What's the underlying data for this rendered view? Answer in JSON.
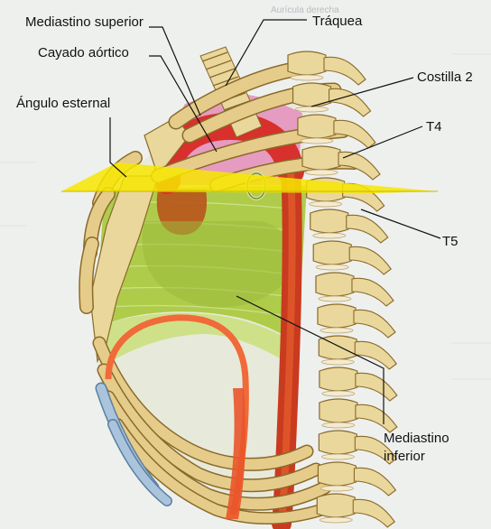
{
  "labels": {
    "mediastino_superior": "Mediastino superior",
    "traquea": "Tráquea",
    "cayado_aortico": "Cayado aórtico",
    "costilla_2": "Costilla 2",
    "angulo_esternal": "Ángulo esternal",
    "t4": "T4",
    "t5": "T5",
    "mediastino_inferior_1": "Mediastino",
    "mediastino_inferior_2": "inferior"
  },
  "background_text": {
    "top": "Aurícula derecha"
  },
  "colors": {
    "bone": "#ead79c",
    "bone_outline": "#8a6a2a",
    "superior_mediastinum": "#e88fb8",
    "aorta": "#d8302c",
    "heart": "#c8481e",
    "inferior_mediastinum": "#a8c83c",
    "plane": "#f7e600",
    "cartilage": "#a9c4dc",
    "diaphragm": "#f06a3a"
  }
}
